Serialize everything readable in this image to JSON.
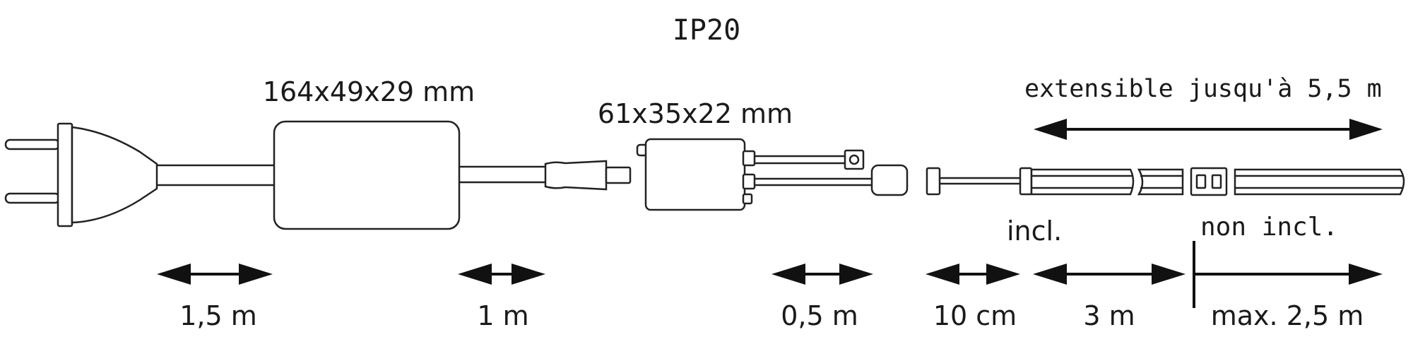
{
  "rating": "IP20",
  "driver": {
    "dimensions": "164x49x29 mm"
  },
  "controller": {
    "dimensions": "61x35x22 mm"
  },
  "extension": {
    "label": "extensible jusqu'à 5,5 m"
  },
  "strip": {
    "included_label": "incl.",
    "not_included_label": "non incl."
  },
  "lengths": {
    "plug_cable": "1,5 m",
    "driver_cable": "1 m",
    "controller_cable": "0,5 m",
    "connector_cable": "10 cm",
    "strip_included": "3 m",
    "strip_extension": "max. 2,5 m"
  },
  "colors": {
    "line": "#222222",
    "arrow": "#111111"
  }
}
